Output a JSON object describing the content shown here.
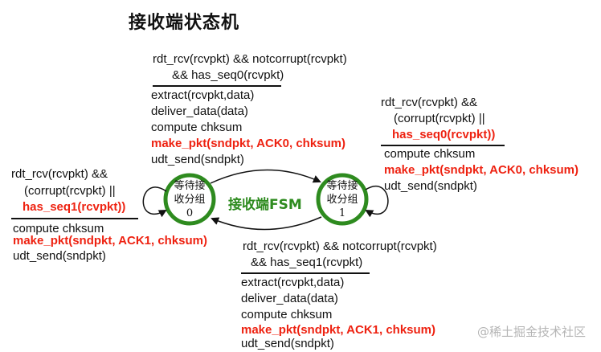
{
  "title": "接收端状态机",
  "fsm_label": "接收端FSM",
  "watermark": "@稀土掘金技术社区",
  "states": [
    {
      "line1": "等待接",
      "line2": "收分组",
      "line3": "0"
    },
    {
      "line1": "等待接",
      "line2": "收分组",
      "line3": "1"
    }
  ],
  "t_top": {
    "event": [
      "rdt_rcv(rcvpkt) && notcorrupt(rcvpkt)",
      "&& has_seq0(rcvpkt)"
    ],
    "actions": [
      "extract(rcvpkt,data)",
      "deliver_data(data)",
      "compute chksum"
    ],
    "action_red": "make_pkt(sndpkt, ACK0, chksum)",
    "action_last": "udt_send(sndpkt)"
  },
  "t_left": {
    "event": [
      "rdt_rcv(rcvpkt) &&",
      "(corrupt(rcvpkt) ||"
    ],
    "event_red": "has_seq1(rcvpkt))",
    "action": "compute chksum",
    "action_red": "make_pkt(sndpkt, ACK1, chksum)",
    "action_last": "udt_send(sndpkt)"
  },
  "t_right": {
    "event": [
      "rdt_rcv(rcvpkt) &&",
      "(corrupt(rcvpkt) ||"
    ],
    "event_red": "has_seq0(rcvpkt))",
    "action": "compute chksum",
    "action_red": "make_pkt(sndpkt, ACK0, chksum)",
    "action_last": "udt_send(sndpkt)"
  },
  "t_bottom": {
    "event": [
      "rdt_rcv(rcvpkt) && notcorrupt(rcvpkt)",
      "&& has_seq1(rcvpkt)"
    ],
    "actions": [
      "extract(rcvpkt,data)",
      "deliver_data(data)",
      "compute chksum"
    ],
    "action_red": "make_pkt(sndpkt, ACK1, chksum)",
    "action_last": "udt_send(sndpkt)"
  },
  "colors": {
    "accent_red": "#ee2211",
    "state_border": "#2e8b1f",
    "fsm_label": "#2e8b1f"
  }
}
